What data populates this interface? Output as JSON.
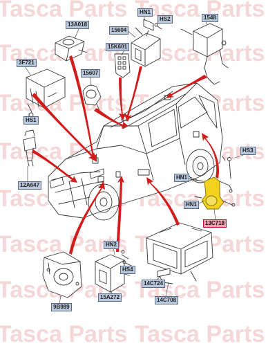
{
  "watermark": {
    "text": "Tasca Parts",
    "color": "#e69696"
  },
  "callouts": {
    "hn1_top": "HN1",
    "hs2": "HS2",
    "c1548": "1548",
    "c13a018": "13A018",
    "c15604": "15604",
    "c15k601": "15K601",
    "c3f721": "3F721",
    "c15607": "15607",
    "hs1": "HS1",
    "hs3": "HS3",
    "c12a647": "12A647",
    "hn1_mid": "HN1",
    "hn1_low": "HN1",
    "c13c718": "13C718",
    "hn2": "HN2",
    "hs4": "HS4",
    "c14c724": "14C724",
    "c15a272": "15A272",
    "c14c708": "14C708",
    "c9b989": "9B989"
  },
  "colors": {
    "callout_fill": "#b9c8dc",
    "highlight_border": "#c0102a",
    "arrow": "#d21c1c",
    "part_highlight": "#f2d21e"
  }
}
